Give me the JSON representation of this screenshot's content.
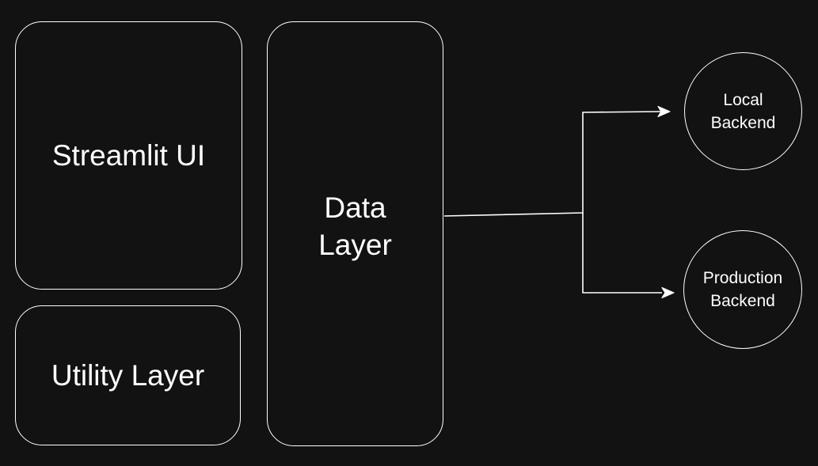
{
  "diagram": {
    "background": "#121212",
    "stroke": "#ffffff",
    "boxes": {
      "streamlit_ui": "Streamlit UI",
      "utility_layer": "Utility Layer",
      "data_layer": "Data\nLayer"
    },
    "nodes": {
      "local_backend": "Local\nBackend",
      "production_backend": "Production\nBackend"
    },
    "edges": [
      {
        "from": "data_layer",
        "to": "local_backend",
        "arrow": "end"
      },
      {
        "from": "data_layer",
        "to": "production_backend",
        "arrow": "end"
      }
    ]
  }
}
